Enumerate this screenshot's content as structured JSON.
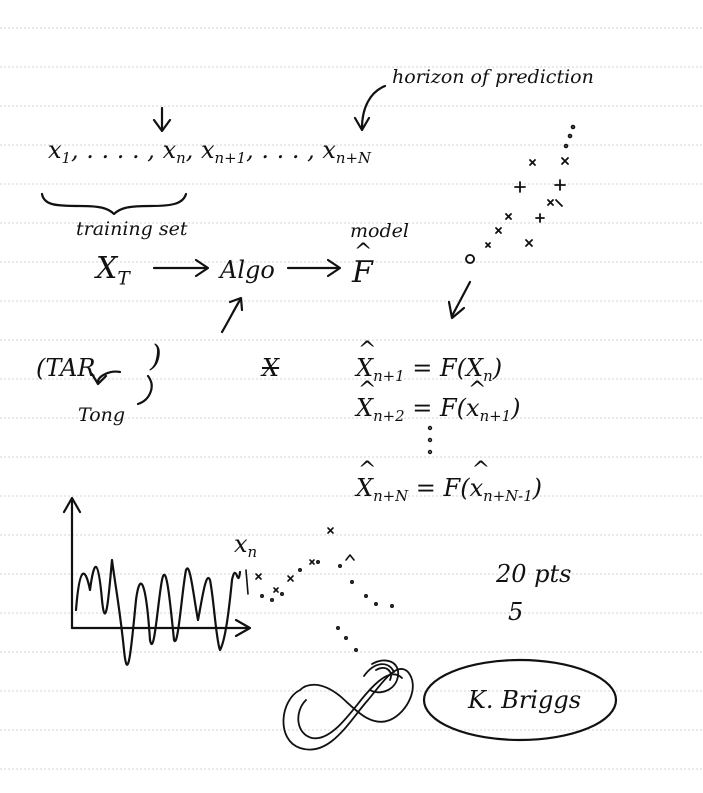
{
  "annotations": {
    "horizon": "horizon of prediction",
    "training_set": "training set",
    "model": "model",
    "tar": "(TAR",
    "tar_close": ")",
    "tong": "Tong",
    "xn_strike": "X",
    "xn_plot": "x",
    "pts20": "20 pts",
    "five": "5",
    "kbriggs": "K. Briggs"
  },
  "sequence": {
    "x1": "x",
    "x1_sub": "1",
    "dots": ", . . . . ,",
    "xn": "x",
    "xn_sub": "n",
    "sep": ",",
    "xn1": "x",
    "xn1_sub": "n+1",
    "dots2": ", . . . ,",
    "xnN": "x",
    "xnN_sub": "n+N"
  },
  "pipeline": {
    "xt": "X",
    "xt_sub": "T",
    "algo": "Algo",
    "f": "F"
  },
  "equations": [
    {
      "lhs": "X",
      "lhs_sub": "n+1",
      "rhs_pre": "= F(",
      "arg": "X",
      "arg_sub": "n",
      "close": ")"
    },
    {
      "lhs": "X",
      "lhs_sub": "n+2",
      "rhs_pre": "= F(",
      "arg": "x",
      "arg_sub": "n+1",
      "close": ")"
    },
    {
      "lhs": "X",
      "lhs_sub": "n+N",
      "rhs_pre": "= F(",
      "arg": "x",
      "arg_sub": "n+N-1",
      "close": ")"
    }
  ],
  "colors": {
    "ink": "#111111",
    "rule": "#cfd3d6"
  }
}
